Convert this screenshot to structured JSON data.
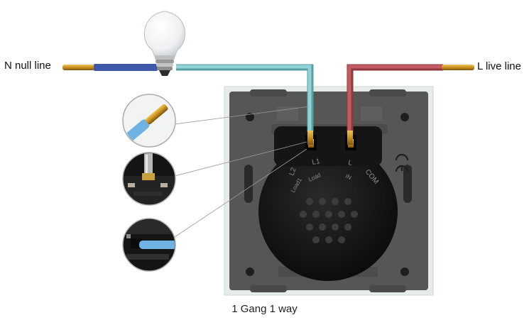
{
  "labels": {
    "neutral": "N null line",
    "live": "L live line",
    "caption": "1 Gang 1 way"
  },
  "terminals": [
    "L2",
    "L1",
    "L",
    "COM"
  ],
  "terminal_sublabels": [
    "Load1",
    "Load",
    "IN"
  ],
  "colors": {
    "neutral_wire": "#3f57a8",
    "load_wire": "#7cc3c8",
    "live_wire": "#b14a52",
    "copper": "#c8901e",
    "plate": "#555555",
    "frame": "#e6ece9",
    "module": "#121212"
  },
  "icons": [
    "light-bulb-icon",
    "ce-mark-icon"
  ]
}
